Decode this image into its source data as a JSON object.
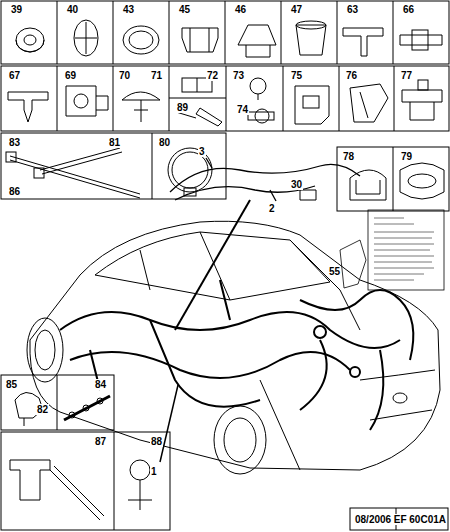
{
  "diagram": {
    "labels": [
      "39",
      "40",
      "43",
      "45",
      "46",
      "47",
      "63",
      "66",
      "67",
      "69",
      "70",
      "71",
      "72",
      "73",
      "75",
      "76",
      "77",
      "89",
      "74",
      "83",
      "81",
      "80",
      "86",
      "3",
      "2",
      "30",
      "78",
      "79",
      "55",
      "1",
      "85",
      "82",
      "84",
      "87",
      "88",
      "08/2006",
      "EF 60C01A"
    ]
  }
}
